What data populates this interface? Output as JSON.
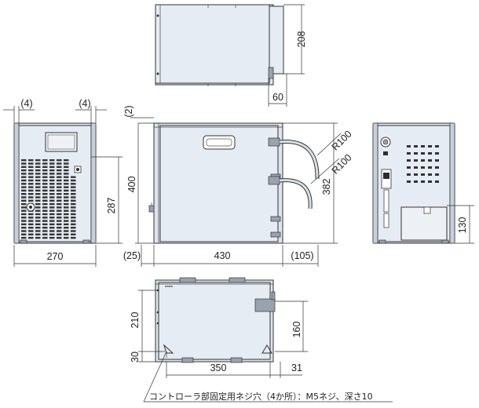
{
  "dimensions": {
    "top_height": "208",
    "top_offset": "60",
    "front_margin_left": "(4)",
    "front_margin_right": "(4)",
    "front_width": "270",
    "front_height_287": "287",
    "side_top_gap": "(2)",
    "side_height": "400",
    "side_length": "430",
    "side_left_offset": "(25)",
    "side_right_offset": "(105)",
    "hose_radius_1": "R100",
    "hose_radius_2": "R100",
    "side_height_382": "382",
    "rear_height": "130",
    "bottom_depth": "210",
    "bottom_offset": "30",
    "bottom_hole_span": "350",
    "bottom_right_offset": "31",
    "bottom_panel_height": "160"
  },
  "note": "コントローラ部固定用ネジ穴（4か所）：M5ネジ、深さ10"
}
